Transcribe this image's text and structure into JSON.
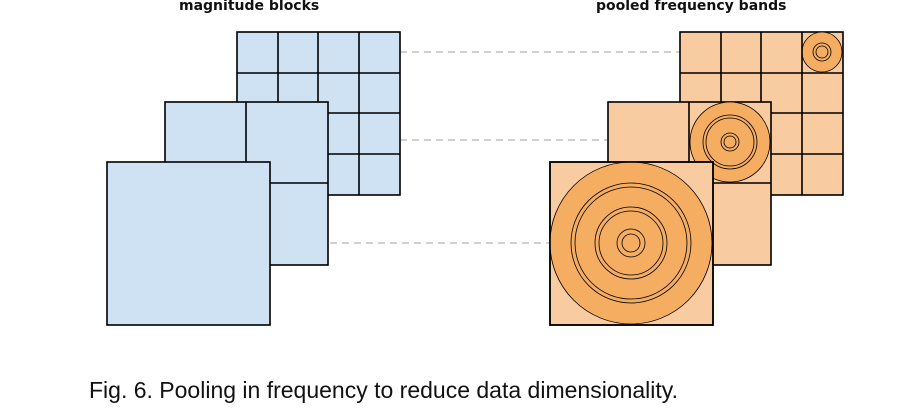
{
  "labels": {
    "left": "magnitude blocks",
    "right": "pooled frequency bands"
  },
  "caption": "Fig. 6. Pooling in frequency to reduce data dimensionality.",
  "colors": {
    "blue_fill": "#cfe2f3",
    "orange_light": "#f8cba0",
    "orange_dark": "#f5ad62",
    "stroke": "#000000",
    "dash": "#c0c0c0"
  },
  "structure": {
    "left_stack_grid_sizes": [
      4,
      2,
      1
    ],
    "right_stack_grid_sizes": [
      4,
      2,
      1
    ]
  }
}
